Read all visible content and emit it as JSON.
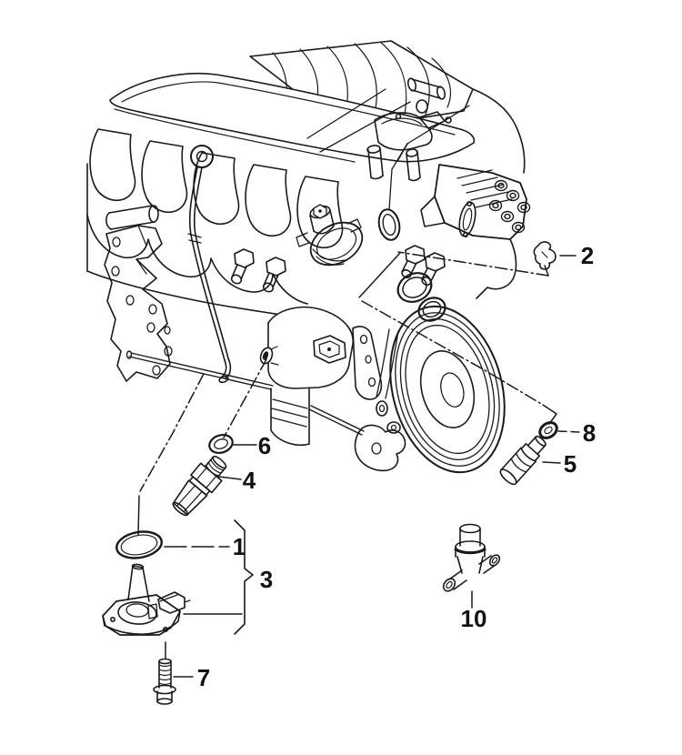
{
  "diagram": {
    "background_color": "#ffffff",
    "ink_color": "#1a1a1a",
    "callouts": [
      {
        "label": "1"
      },
      {
        "label": "2"
      },
      {
        "label": "3"
      },
      {
        "label": "4"
      },
      {
        "label": "5"
      },
      {
        "label": "6"
      },
      {
        "label": "7"
      },
      {
        "label": "8"
      },
      {
        "label": "10"
      }
    ]
  }
}
